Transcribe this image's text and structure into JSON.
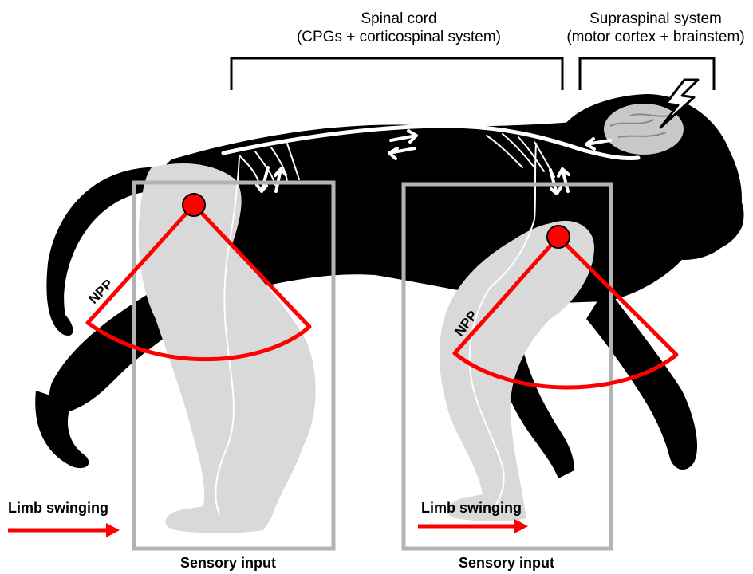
{
  "header": {
    "spinal_title": "Spinal cord",
    "spinal_sub": "(CPGs + corticospinal system)",
    "supraspinal_title": "Supraspinal system",
    "supraspinal_sub": "(motor cortex + brainstem)"
  },
  "limbs": [
    {
      "npp_label": "NPP",
      "swing_label": "Limb swinging",
      "sensory_label": "Sensory input"
    },
    {
      "npp_label": "NPP",
      "swing_label": "Limb swinging",
      "sensory_label": "Sensory input"
    }
  ],
  "colors": {
    "body": "#000000",
    "limb_overlay": "#d9d9d9",
    "frame": "#b3b3b3",
    "pendulum": "#ff0000",
    "nerve": "#ffffff",
    "brain": "#c8c8c8"
  },
  "icons": [
    "lightning-bolt-icon",
    "bidirectional-arrow-icon",
    "brain-icon"
  ]
}
